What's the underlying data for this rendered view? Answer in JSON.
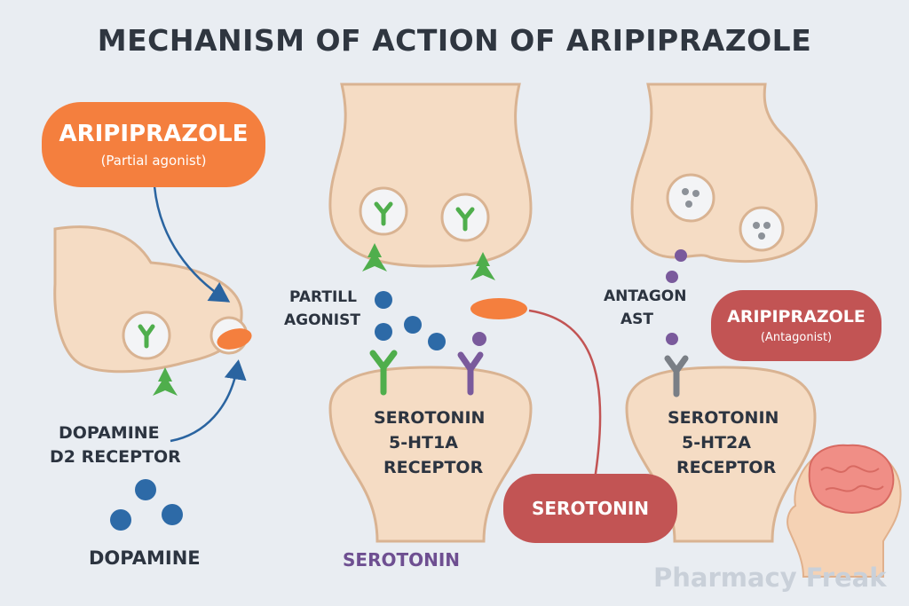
{
  "title": "MECHANISM OF ACTION OF ARIPIPRAZOLE",
  "left_panel": {
    "drug_pill": {
      "name": "ARIPIPRAZOLE",
      "role": "(Partial agonist)"
    },
    "receptor_label": [
      "DOPAMINE",
      "D2 RECEPTOR"
    ],
    "neurotransmitter_label": "DOPAMINE"
  },
  "middle_panel": {
    "side_label": [
      "PARTILL",
      "AGONIST"
    ],
    "receptor_label": [
      "SEROTONIN",
      "5-HT1A",
      "RECEPTOR"
    ],
    "neurotransmitter_label": "SEROTONIN",
    "pill": {
      "name": "SEROTONIN"
    }
  },
  "right_panel": {
    "side_label": [
      "ANTAGON",
      "AST"
    ],
    "drug_pill": {
      "name": "ARIPIPRAZOLE",
      "role": "(Antagonist)"
    },
    "receptor_label": [
      "SEROTONIN",
      "5-HT2A",
      "RECEPTOR"
    ]
  },
  "watermark": "Pharmacy Freak",
  "colors": {
    "background": "#e9edf2",
    "neuron_fill": "#f5dcc4",
    "neuron_stroke": "#d9b392",
    "drug_orange": "#f47f3e",
    "serotonin_red": "#c25454",
    "dopamine_blue": "#2d6aa7",
    "receptor_green": "#4fae4c",
    "serotonin_purple": "#7a5a9c",
    "receptor_gray": "#7a7f86",
    "arrow_blue": "#2a64a0"
  },
  "icons": [
    "brain-head-icon",
    "arrow-up-icon"
  ]
}
